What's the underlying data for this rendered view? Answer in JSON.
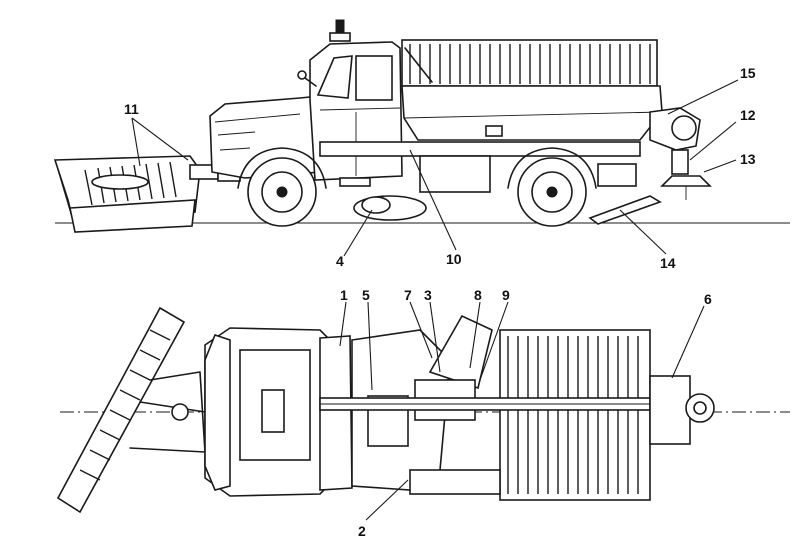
{
  "callouts": {
    "n1": "1",
    "n2": "2",
    "n3": "3",
    "n4": "4",
    "n5": "5",
    "n6": "6",
    "n7": "7",
    "n8": "8",
    "n9": "9",
    "n10": "10",
    "n11": "11",
    "n12": "12",
    "n13": "13",
    "n14": "14",
    "n15": "15"
  },
  "colors": {
    "ink": "#1a1a1a",
    "paper": "#ffffff"
  }
}
